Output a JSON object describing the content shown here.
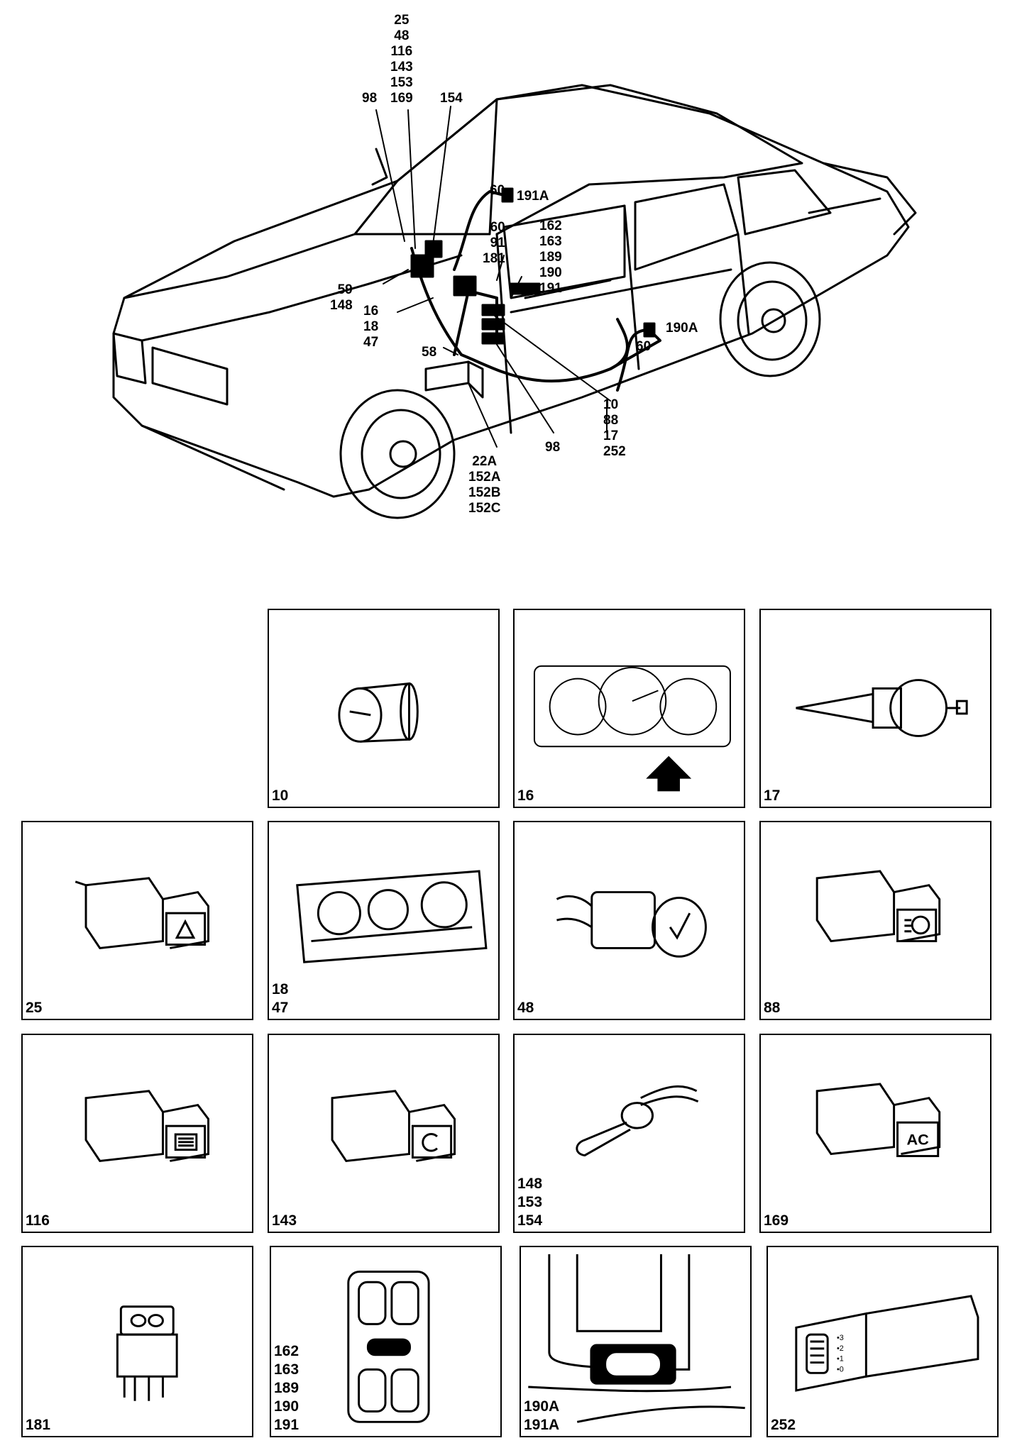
{
  "callouts": {
    "top_stack": "25\n48\n116\n143\n153\n169",
    "c98_top": "98",
    "c154": "154",
    "c60_top": "60",
    "c191A": "191A",
    "mid_stack": "60\n91\n181",
    "door_stack": "162\n163\n189\n190\n191",
    "c59_148": "59\n148",
    "c16_18_47": "16\n18\n47",
    "c58": "58",
    "c190A": "190A",
    "c60_right": "60",
    "c10_88_17_252": "10\n88\n17\n252",
    "c98_bottom": "98",
    "c22A_stack": "22A\n152A\n152B\n152C"
  },
  "panels": [
    {
      "id": "p10",
      "label": "10"
    },
    {
      "id": "p16",
      "label": "16"
    },
    {
      "id": "p17",
      "label": "17"
    },
    {
      "id": "p25",
      "label": "25"
    },
    {
      "id": "p18",
      "label": "18\n47"
    },
    {
      "id": "p48",
      "label": "48"
    },
    {
      "id": "p88",
      "label": "88"
    },
    {
      "id": "p116",
      "label": "116"
    },
    {
      "id": "p143",
      "label": "143"
    },
    {
      "id": "p148",
      "label": "148\n153\n154"
    },
    {
      "id": "p169",
      "label": "169"
    },
    {
      "id": "p181",
      "label": "181"
    },
    {
      "id": "p162",
      "label": "162\n163\n189\n190\n191"
    },
    {
      "id": "p190A",
      "label": "190A\n191A"
    },
    {
      "id": "p252",
      "label": "252"
    }
  ],
  "switch_glyphs": {
    "p169": "AC",
    "p252_levels": "•3\n•2\n•1\n•0"
  }
}
